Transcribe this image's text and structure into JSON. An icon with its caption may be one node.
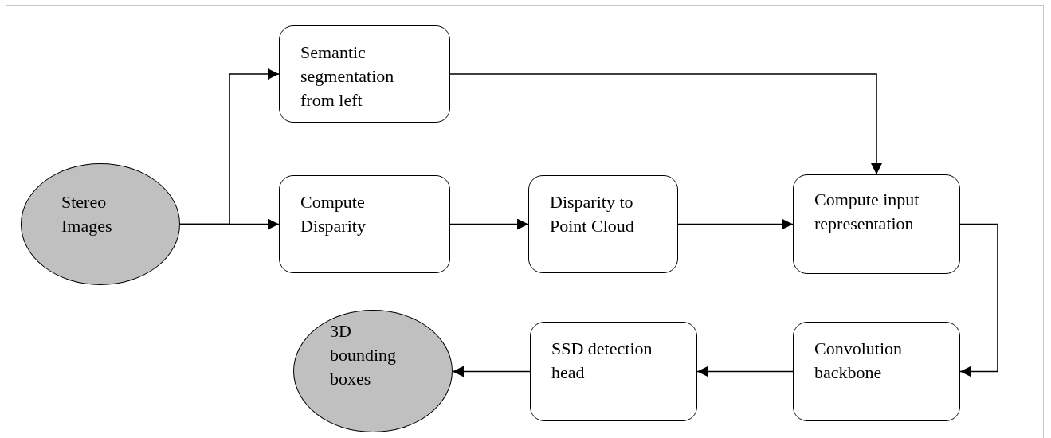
{
  "diagram": {
    "nodes": [
      {
        "text": [
          "Stereo Images"
        ]
      },
      {
        "text": [
          "Semantic segmentation from left"
        ]
      },
      {
        "text": [
          "Compute Disparity"
        ]
      },
      {
        "text": [
          "Disparity to Point Cloud"
        ]
      },
      {
        "text": [
          "Compute input representation"
        ]
      },
      {
        "text": [
          "Convolution backbone"
        ]
      },
      {
        "text": [
          "SSD detection head"
        ]
      },
      {
        "text": [
          "3D bounding boxes"
        ]
      }
    ],
    "edges": [
      {
        "from": 0,
        "to": 1,
        "arrow": "to"
      },
      {
        "from": 0,
        "to": 2,
        "arrow": "to"
      },
      {
        "from": 1,
        "to": 4,
        "arrow": "to"
      },
      {
        "from": 2,
        "to": 3,
        "arrow": "to"
      },
      {
        "from": 3,
        "to": 4,
        "arrow": "to"
      },
      {
        "from": 4,
        "to": 5,
        "arrow": "to"
      },
      {
        "from": 5,
        "to": 6,
        "arrow": "to"
      },
      {
        "from": 6,
        "to": 7,
        "arrow": "to"
      }
    ]
  }
}
